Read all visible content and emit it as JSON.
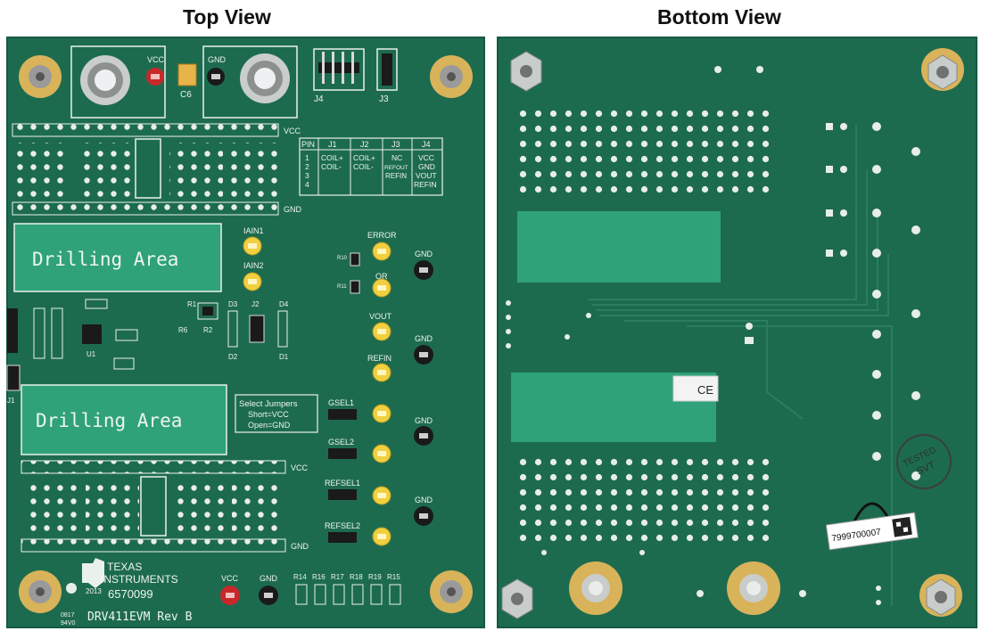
{
  "titles": {
    "top": "Top View",
    "bottom": "Bottom View"
  },
  "colors": {
    "board": "#1d6b4f",
    "board_dark": "#155a41",
    "silkscreen": "#e9f1ea",
    "drill_area": "#2fa27a",
    "hole": "#e7eee6",
    "gold": "#d9b35a",
    "testpoint_yellow": "#f0d040",
    "testpoint_red": "#c8282a",
    "testpoint_black": "#1a1a1a"
  },
  "top": {
    "vcc": "VCC",
    "gnd": "GND",
    "c6": "C6",
    "j4": "J4",
    "j3": "J3",
    "jumper_table": {
      "headers": [
        "PIN",
        "J1",
        "J2",
        "J3",
        "J4"
      ],
      "pins": [
        "1",
        "2",
        "3",
        "4"
      ],
      "j1": [
        "COIL+",
        "COIL-"
      ],
      "j2": [
        "COIL+",
        "COIL-"
      ],
      "j3": [
        "NC",
        "REFOUT",
        "REFIN"
      ],
      "j4": [
        "VCC",
        "GND",
        "VOUT",
        "REFIN"
      ]
    },
    "drilling_area": "Drilling Area",
    "iain1": "IAIN1",
    "iain2": "IAIN2",
    "error": "ERROR",
    "or": "OR",
    "vout": "VOUT",
    "refin": "REFIN",
    "r10": "R10",
    "r11": "R11",
    "select_jumpers": "Select Jumpers",
    "short_vcc": "Short=VCC",
    "open_gnd": "Open=GND",
    "gsel1": "GSEL1",
    "gsel2": "GSEL2",
    "refsel1": "REFSEL1",
    "refsel2": "REFSEL2",
    "r1": "R1",
    "r2": "R2",
    "r6": "R6",
    "d1": "D1",
    "d2": "D2",
    "d3": "D3",
    "d4": "D4",
    "j2": "J2",
    "j1": "J1",
    "u1": "U1",
    "resistor_row": [
      "R14",
      "R16",
      "R17",
      "R18",
      "R19",
      "R15"
    ],
    "logo_line1": "TEXAS",
    "logo_line2": "INSTRUMENTS",
    "year": "2013",
    "part_number": "6570099",
    "board_name": "DRV411EVM  Rev B",
    "fab_mark1": "0817",
    "fab_mark2": "94V0"
  },
  "bottom": {
    "ce_mark": "CE",
    "stamp_line1": "TESTED",
    "stamp_line2": "SVT",
    "barcode_number": "7999700007"
  }
}
